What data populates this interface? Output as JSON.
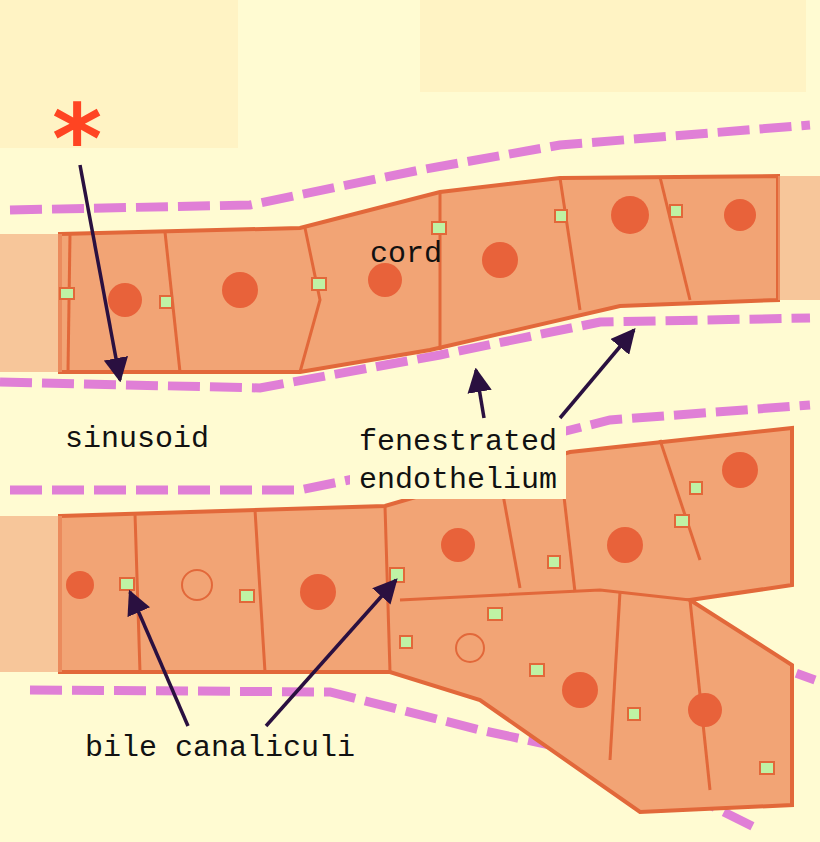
{
  "diagram": {
    "labels": [
      "*",
      "cord",
      "sinusoid",
      "fenestrated endothelium",
      "bile canaliculi"
    ]
  }
}
